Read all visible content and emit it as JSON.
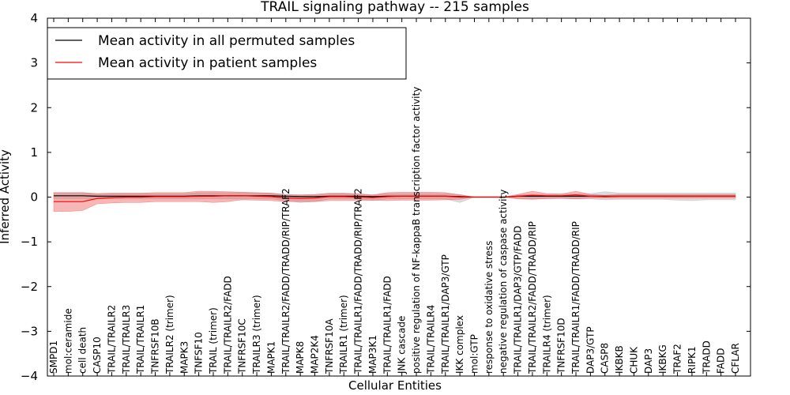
{
  "chart_data": {
    "type": "line",
    "title": "TRAIL signaling pathway -- 215 samples",
    "xlabel": "Cellular Entities",
    "ylabel": "Inferred Activity",
    "ylim": [
      -4,
      4
    ],
    "yticks": [
      4,
      3,
      2,
      1,
      0,
      -1,
      -2,
      -3,
      -4
    ],
    "ytick_labels": [
      "4",
      "3",
      "2",
      "1",
      "0",
      "−1",
      "−2",
      "−3",
      "−4"
    ],
    "grid": false,
    "legend_placement": "top-left",
    "categories": [
      "SMPD1",
      "mol:ceramide",
      "cell death",
      "CASP10",
      "TRAIL/TRAILR2",
      "TRAIL/TRAILR3",
      "TRAIL/TRAILR1",
      "TNFRSF10B",
      "TRAILR2 (trimer)",
      "MAPK3",
      "TNFSF10",
      "TRAIL (trimer)",
      "TRAIL/TRAILR2/FADD",
      "TNFRSF10C",
      "TRAILR3 (trimer)",
      "MAPK1",
      "TRAIL/TRAILR2/FADD/TRADD/RIP/TRAF2",
      "MAPK8",
      "MAP2K4",
      "TNFRSF10A",
      "TRAILR1 (trimer)",
      "TRAIL/TRAILR1/FADD/TRADD/RIP/TRAF2",
      "MAP3K1",
      "TRAIL/TRAILR1/FADD",
      "JNK cascade",
      "positive regulation of NF-kappaB transcription factor activity",
      "TRAIL/TRAILR4",
      "TRAIL/TRAILR1/DAP3/GTP",
      "IKK complex",
      "mol:GTP",
      "response to oxidative stress",
      "negative regulation of caspase activity",
      "TRAIL/TRAILR1/DAP3/GTP/FADD",
      "TRAIL/TRAILR2/FADD/TRADD/RIP",
      "TRAILR4 (trimer)",
      "TNFRSF10D",
      "TRAIL/TRAILR1/FADD/TRADD/RIP",
      "DAP3/GTP",
      "CASP8",
      "IKBKB",
      "CHUK",
      "DAP3",
      "IKBKG",
      "TRAF2",
      "RIPK1",
      "TRADD",
      "FADD",
      "CFLAR"
    ],
    "series": [
      {
        "name": "Mean activity in all permuted samples",
        "color": "#000000",
        "values": [
          0.03,
          0.03,
          0.03,
          0.02,
          0.02,
          0.02,
          0.02,
          0.02,
          0.02,
          0.02,
          0.03,
          0.03,
          0.03,
          0.03,
          0.03,
          0.03,
          0.02,
          0.01,
          0.01,
          0.02,
          0.02,
          0.02,
          0.01,
          0.02,
          0.02,
          0.02,
          0.02,
          0.02,
          0.01,
          0.0,
          0.0,
          0.0,
          0.02,
          0.02,
          0.02,
          0.02,
          0.02,
          0.02,
          0.02,
          0.02,
          0.02,
          0.02,
          0.02,
          0.02,
          0.02,
          0.02,
          0.02,
          0.02
        ],
        "band_upper": [
          0.1,
          0.1,
          0.1,
          0.08,
          0.08,
          0.08,
          0.08,
          0.08,
          0.08,
          0.08,
          0.1,
          0.1,
          0.1,
          0.1,
          0.09,
          0.09,
          0.06,
          0.05,
          0.05,
          0.07,
          0.08,
          0.08,
          0.05,
          0.08,
          0.08,
          0.08,
          0.08,
          0.08,
          0.06,
          0.0,
          0.0,
          0.0,
          0.05,
          0.06,
          0.06,
          0.07,
          0.07,
          0.08,
          0.12,
          0.09,
          0.09,
          0.09,
          0.09,
          0.09,
          0.09,
          0.09,
          0.09,
          0.09
        ],
        "band_lower": [
          -0.04,
          -0.04,
          -0.04,
          -0.04,
          -0.04,
          -0.04,
          -0.04,
          -0.04,
          -0.04,
          -0.04,
          -0.04,
          -0.04,
          -0.04,
          -0.04,
          -0.04,
          -0.04,
          -0.08,
          -0.12,
          -0.1,
          -0.04,
          -0.04,
          -0.04,
          -0.08,
          -0.04,
          -0.04,
          -0.04,
          -0.04,
          -0.04,
          -0.12,
          0.0,
          0.0,
          0.0,
          -0.03,
          -0.04,
          -0.04,
          -0.04,
          -0.04,
          -0.04,
          -0.06,
          -0.05,
          -0.05,
          -0.05,
          -0.05,
          -0.07,
          -0.08,
          -0.06,
          -0.06,
          -0.06
        ]
      },
      {
        "name": "Mean activity in patient samples",
        "color": "#ff0000",
        "values": [
          -0.1,
          -0.1,
          -0.1,
          -0.03,
          -0.01,
          0.0,
          0.0,
          0.01,
          0.01,
          0.01,
          0.02,
          0.02,
          0.03,
          0.03,
          0.02,
          0.01,
          -0.02,
          -0.03,
          -0.02,
          0.01,
          0.01,
          0.0,
          -0.01,
          0.01,
          0.02,
          0.02,
          0.02,
          0.02,
          0.0,
          0.0,
          0.0,
          0.0,
          0.02,
          0.04,
          0.03,
          0.03,
          0.05,
          0.02,
          0.01,
          0.02,
          0.02,
          0.02,
          0.02,
          0.02,
          0.02,
          0.02,
          0.02,
          0.02
        ],
        "band_upper": [
          0.1,
          0.1,
          0.1,
          0.08,
          0.09,
          0.09,
          0.09,
          0.1,
          0.1,
          0.1,
          0.13,
          0.13,
          0.12,
          0.11,
          0.1,
          0.09,
          0.05,
          0.05,
          0.06,
          0.09,
          0.09,
          0.07,
          0.05,
          0.1,
          0.11,
          0.11,
          0.11,
          0.1,
          0.05,
          0.0,
          0.0,
          0.0,
          0.06,
          0.13,
          0.08,
          0.07,
          0.13,
          0.06,
          0.04,
          0.06,
          0.06,
          0.06,
          0.06,
          0.06,
          0.06,
          0.06,
          0.06,
          0.06
        ],
        "band_lower": [
          -0.32,
          -0.32,
          -0.3,
          -0.15,
          -0.13,
          -0.12,
          -0.12,
          -0.1,
          -0.1,
          -0.1,
          -0.1,
          -0.12,
          -0.1,
          -0.06,
          -0.07,
          -0.08,
          -0.1,
          -0.1,
          -0.1,
          -0.08,
          -0.08,
          -0.08,
          -0.07,
          -0.08,
          -0.07,
          -0.07,
          -0.07,
          -0.06,
          -0.05,
          0.0,
          0.0,
          0.0,
          -0.04,
          -0.05,
          -0.03,
          -0.02,
          -0.04,
          -0.02,
          -0.02,
          -0.02,
          -0.02,
          -0.02,
          -0.02,
          -0.02,
          -0.02,
          -0.02,
          -0.02,
          -0.02
        ]
      }
    ],
    "style": {
      "permuted_band_color": "#b0b0b0",
      "patient_band_color": "#f06060",
      "band_opacity": 0.45
    }
  }
}
